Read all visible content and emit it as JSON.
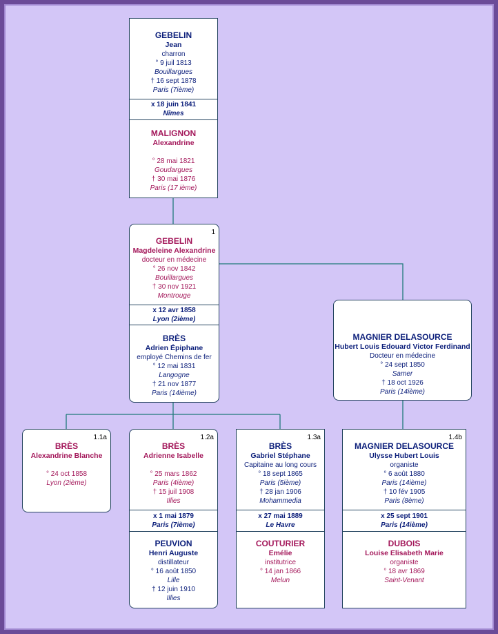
{
  "diagram": {
    "nodes": {
      "gebelin_jean": {
        "surname": "GEBELIN",
        "given": "Jean",
        "occupation": "charron",
        "birth": "° 9 juil 1813",
        "birth_place": "Bouillargues",
        "death": "† 16 sept 1878",
        "death_place": "Paris (7ième)"
      },
      "marriage_1841": {
        "date": "x 18 juin 1841",
        "place": "Nîmes"
      },
      "malignon": {
        "surname": "MALIGNON",
        "given": "Alexandrine",
        "birth": "° 28 mai 1821",
        "birth_place": "Goudargues",
        "death": "† 30 mai 1876",
        "death_place": "Paris (17 ième)"
      },
      "gebelin_magdeleine": {
        "number": "1",
        "surname": "GEBELIN",
        "given": "Magdeleine Alexandrine",
        "occupation": "docteur en médecine",
        "birth": "° 26 nov 1842",
        "birth_place": "Bouillargues",
        "death": "† 30 nov 1921",
        "death_place": "Montrouge"
      },
      "marriage_1858": {
        "date": "x 12 avr 1858",
        "place": "Lyon (2ième)"
      },
      "bres_adrien": {
        "surname": "BRÈS",
        "given": "Adrien Épiphane",
        "occupation": "employé Chemins de fer",
        "birth": "° 12 mai 1831",
        "birth_place": "Langogne",
        "death": "† 21 nov 1877",
        "death_place": "Paris (14ième)"
      },
      "magnier_hubert": {
        "surname": "MAGNIER DELASOURCE",
        "given": "Hubert Louis Edouard Victor Ferdinand",
        "occupation": "Docteur en médecine",
        "birth": "° 24 sept 1850",
        "birth_place": "Samer",
        "death": "† 18 oct 1926",
        "death_place": "Paris (14ième)"
      },
      "bres_alexandrine": {
        "number": "1.1a",
        "surname": "BRÈS",
        "given": "Alexandrine Blanche",
        "birth": "° 24 oct 1858",
        "birth_place": "Lyon (2ième)"
      },
      "bres_adrienne": {
        "number": "1.2a",
        "surname": "BRÈS",
        "given": "Adrienne Isabelle",
        "birth": "° 25 mars 1862",
        "birth_place": "Paris (4ième)",
        "death": "† 15 juil 1908",
        "death_place": "Illies"
      },
      "marriage_1879": {
        "date": "x 1 mai 1879",
        "place": "Paris (7ième)"
      },
      "peuvion": {
        "surname": "PEUVION",
        "given": "Henri Auguste",
        "occupation": "distillateur",
        "birth": "° 16 août 1850",
        "birth_place": "Lille",
        "death": "† 12 juin 1910",
        "death_place": "Illies"
      },
      "bres_gabriel": {
        "number": "1.3a",
        "surname": "BRÈS",
        "given": "Gabriel Stéphane",
        "occupation": "Capitaine au long cours",
        "birth": "° 18 sept 1865",
        "birth_place": "Paris (5ième)",
        "death": "† 28 jan 1906",
        "death_place": "Mohammedia"
      },
      "marriage_1889": {
        "date": "x 27 mai 1889",
        "place": "Le Havre"
      },
      "couturier": {
        "surname": "COUTURIER",
        "given": "Emélie",
        "occupation": "institutrice",
        "birth": "° 14 jan 1866",
        "birth_place": "Melun"
      },
      "magnier_ulysse": {
        "number": "1.4b",
        "surname": "MAGNIER DELASOURCE",
        "given": "Ulysse Hubert Louis",
        "occupation": "organiste",
        "birth": "° 6 août 1880",
        "birth_place": "Paris (14ième)",
        "death": "† 10 fév 1905",
        "death_place": "Paris (8ème)"
      },
      "marriage_1901": {
        "date": "x 25 sept 1901",
        "place": "Paris (14ième)"
      },
      "dubois": {
        "surname": "DUBOIS",
        "given": "Louise Elisabeth Marie",
        "occupation": "organiste",
        "birth": "° 18 avr 1869",
        "birth_place": "Saint-Venant"
      }
    }
  },
  "colors": {
    "background": "#d3c6f7",
    "frame": "#6b4b98",
    "connector": "#1f7a7a",
    "male": "#0b1e7a",
    "female": "#a3175a"
  }
}
